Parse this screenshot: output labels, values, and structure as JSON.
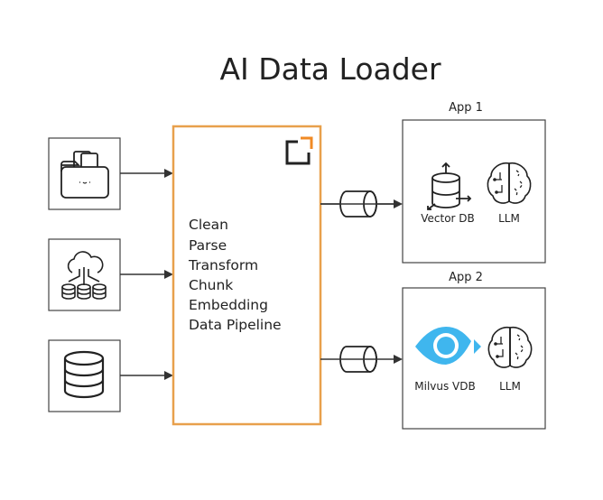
{
  "title": "AI Data Loader",
  "pipeline": {
    "steps": [
      "Clean",
      "Parse",
      "Transform",
      "Chunk",
      "Embedding",
      "Data Pipeline"
    ],
    "border_color": "#E8A04C",
    "logo_accent": "#F08A24"
  },
  "sources": [
    {
      "icon": "folder-files-icon"
    },
    {
      "icon": "cloud-databases-icon"
    },
    {
      "icon": "database-icon"
    }
  ],
  "apps": [
    {
      "label": "App 1",
      "db_label": "Vector DB",
      "db_icon": "vector-db-icon",
      "llm_label": "LLM",
      "llm_icon": "brain-icon"
    },
    {
      "label": "App 2",
      "db_label": "Milvus VDB",
      "db_icon": "milvus-eye-icon",
      "db_color": "#3FB6EE",
      "llm_label": "LLM",
      "llm_icon": "brain-icon"
    }
  ]
}
